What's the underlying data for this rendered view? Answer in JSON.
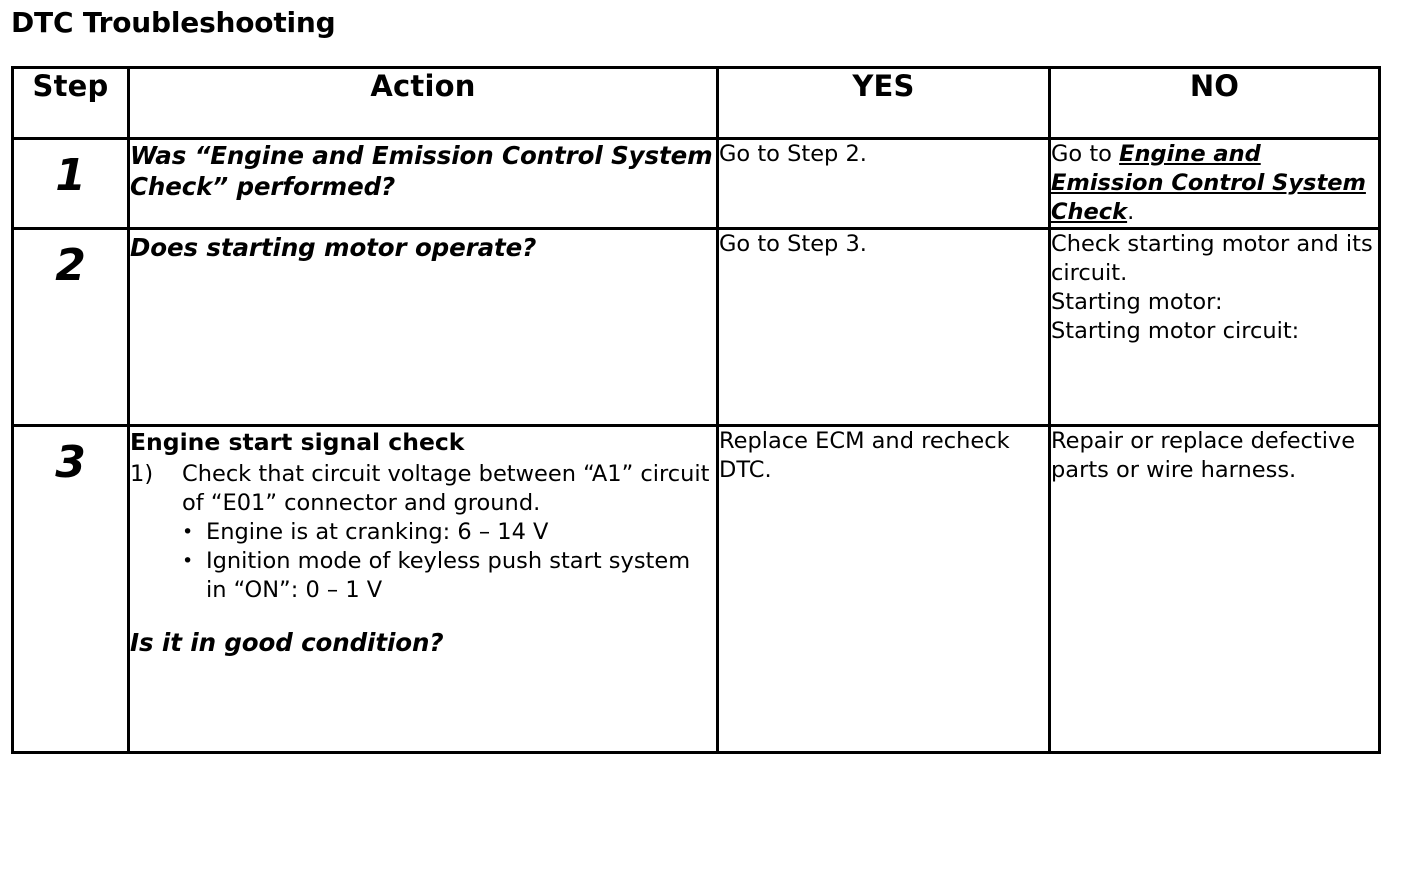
{
  "page": {
    "title": "DTC Troubleshooting"
  },
  "table": {
    "headers": {
      "step": "Step",
      "action": "Action",
      "yes": "YES",
      "no": "NO"
    },
    "rows": [
      {
        "step": "1",
        "action": {
          "question": "Was “Engine and Emission Control System Check” performed?"
        },
        "yes": "Go to Step 2.",
        "no": {
          "prefix": "Go to ",
          "link": "Engine and Emission Control System Check",
          "suffix": "."
        }
      },
      {
        "step": "2",
        "action": {
          "question": "Does starting motor operate?"
        },
        "yes": "Go to Step 3.",
        "no": "Check starting motor and its circuit.\nStarting motor:\nStarting motor circuit:"
      },
      {
        "step": "3",
        "action": {
          "heading": "Engine start signal check",
          "item_marker": "1)",
          "item_text": "Check that circuit voltage between “A1” circuit of “E01” connector and ground.",
          "bullet_glyph": "•",
          "bullets": [
            "Engine is at cranking: 6 – 14 V",
            "Ignition mode of keyless push start system in “ON”: 0 – 1 V"
          ],
          "question": "Is it in good condition?"
        },
        "yes": "Replace ECM and recheck DTC.",
        "no": "Repair or replace defective parts or wire harness."
      }
    ]
  },
  "colors": {
    "text": "#000000",
    "background": "#ffffff",
    "border": "#000000"
  }
}
